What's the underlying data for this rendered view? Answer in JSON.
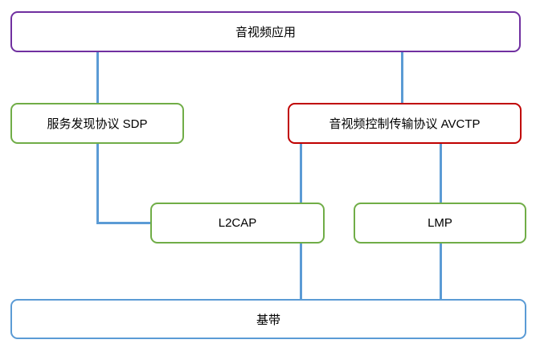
{
  "diagram": {
    "type": "protocol-stack-block-diagram",
    "nodes": [
      {
        "id": "app",
        "label": "音视频应用",
        "border_color": "#7030A0"
      },
      {
        "id": "sdp",
        "label": "服务发现协议 SDP",
        "border_color": "#70AD47"
      },
      {
        "id": "avctp",
        "label": "音视频控制传输协议 AVCTP",
        "border_color": "#C00000"
      },
      {
        "id": "l2cap",
        "label": "L2CAP",
        "border_color": "#70AD47"
      },
      {
        "id": "lmp",
        "label": "LMP",
        "border_color": "#70AD47"
      },
      {
        "id": "baseband",
        "label": "基带",
        "border_color": "#5B9BD5"
      }
    ],
    "edges": [
      {
        "from": "app",
        "to": "sdp",
        "shape": "straight-vertical"
      },
      {
        "from": "app",
        "to": "avctp",
        "shape": "straight-vertical"
      },
      {
        "from": "sdp",
        "to": "l2cap",
        "shape": "elbow-down-right-into-left-side"
      },
      {
        "from": "avctp",
        "to": "l2cap",
        "shape": "straight-vertical"
      },
      {
        "from": "avctp",
        "to": "lmp",
        "shape": "straight-vertical"
      },
      {
        "from": "l2cap",
        "to": "baseband",
        "shape": "straight-vertical"
      },
      {
        "from": "lmp",
        "to": "baseband",
        "shape": "straight-vertical"
      }
    ],
    "connector_color": "#5B9BD5",
    "background_color": "#FFFFFF",
    "text_color": "#000000"
  }
}
